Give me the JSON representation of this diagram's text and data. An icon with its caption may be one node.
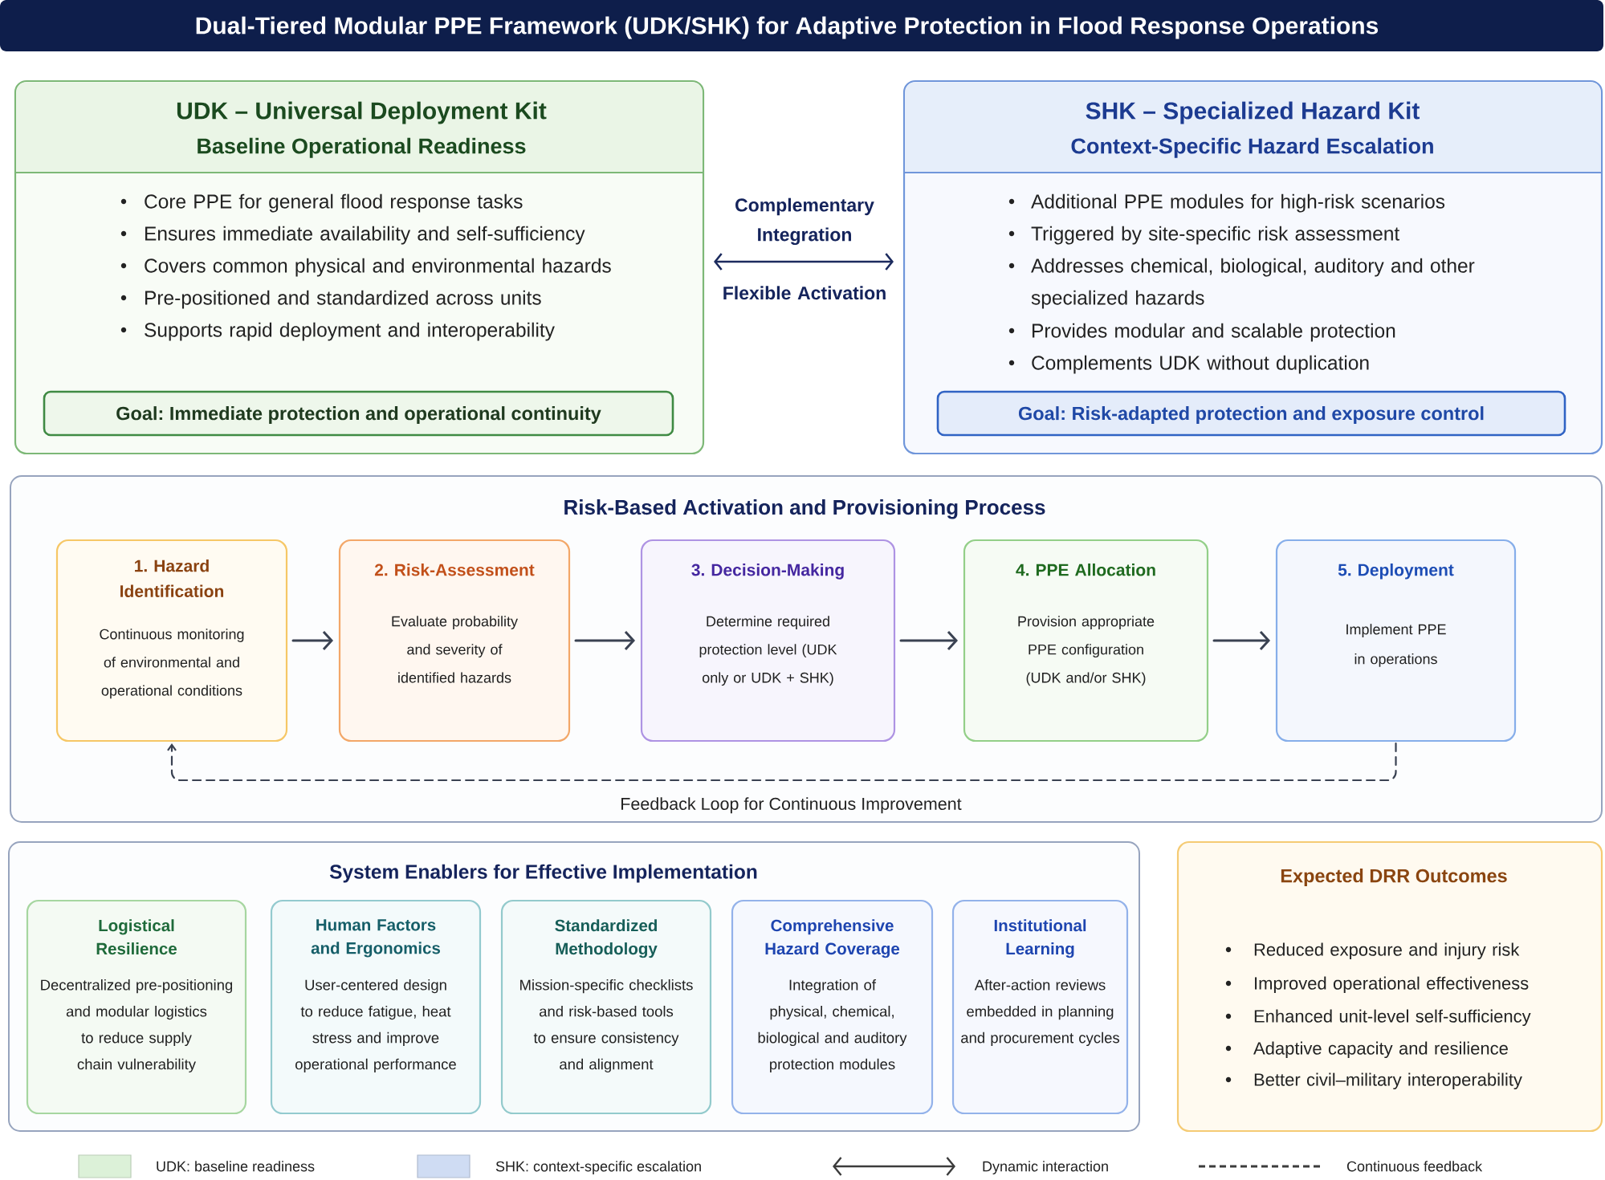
{
  "diagram": {
    "title": "Dual-Tiered Modular PPE Framework (UDK/SHK) for Adaptive Protection in Flood Response Operations",
    "nodes": [
      {
        "text": [
          "UDK – Universal Deployment Kit",
          "Baseline Operational Readiness",
          "Core PPE for general flood response tasks",
          "Ensures immediate availability and self-sufficiency",
          "Covers common physical and environmental hazards",
          "Pre-positioned and standardized across units",
          "Supports rapid deployment and interoperability"
        ]
      },
      {
        "text": [
          "Goal: Immediate protection and operational continuity"
        ],
        "in": 0
      },
      {
        "text": [
          "SHK – Specialized Hazard Kit",
          "Context-Specific Hazard Escalation",
          "Additional PPE modules for high-risk scenarios",
          "Triggered by site-specific risk assessment",
          "Addresses chemical, biological, auditory and other specialized hazards",
          "Provides modular and scalable protection",
          "Complements UDK without duplication"
        ]
      },
      {
        "text": [
          "Goal: Risk-adapted protection and exposure control"
        ],
        "in": 2
      },
      {
        "text": [
          "Risk-Based Activation and Provisioning Process"
        ]
      },
      {
        "text": [
          "1. Hazard Identification",
          "Continuous monitoring of environmental and operational conditions"
        ],
        "in": 4
      },
      {
        "text": [
          "2. Risk-Assessment",
          "Evaluate probability and severity of identified hazards"
        ],
        "in": 4
      },
      {
        "text": [
          "3. Decision-Making",
          "Determine required protection level (UDK only or UDK + SHK)"
        ],
        "in": 4
      },
      {
        "text": [
          "4. PPE Allocation",
          "Provision appropriate PPE configuration (UDK and/or SHK)"
        ],
        "in": 4
      },
      {
        "text": [
          "5. Deployment",
          "Implement PPE in operations"
        ],
        "in": 4
      },
      {
        "text": [
          "System Enablers for Effective Implementation"
        ]
      },
      {
        "text": [
          "Logistical Resilience",
          "Decentralized pre-positioning and modular logistics to reduce supply chain vulnerability"
        ],
        "in": 10
      },
      {
        "text": [
          "Human Factors and Ergonomics",
          "User-centered design to reduce fatigue, heat stress and improve operational performance"
        ],
        "in": 10
      },
      {
        "text": [
          "Standardized Methodology",
          "Mission-specific checklists and risk-based tools to ensure consistency and alignment"
        ],
        "in": 10
      },
      {
        "text": [
          "Comprehensive Hazard Coverage",
          "Integration of physical, chemical, biological and auditory protection modules"
        ],
        "in": 10
      },
      {
        "text": [
          "Institutional Learning",
          "After-action reviews embedded in planning and procurement cycles"
        ],
        "in": 10
      },
      {
        "text": [
          "Expected DRR Outcomes",
          "Reduced exposure and injury risk",
          "Improved operational effectiveness",
          "Enhanced unit-level self-sufficiency",
          "Adaptive capacity and resilience",
          "Better civil–military interoperability"
        ]
      }
    ],
    "edges": [
      {
        "from": 0,
        "to": 2,
        "arrow": "both",
        "label": "Complementary Integration",
        "color": "#1c2b5e"
      },
      {
        "from": 5,
        "to": 6,
        "arrow": "to"
      },
      {
        "from": 6,
        "to": 7,
        "arrow": "to"
      },
      {
        "from": 7,
        "to": 8,
        "arrow": "to"
      },
      {
        "from": 8,
        "to": 9,
        "arrow": "to"
      },
      {
        "from": 9,
        "to": 5,
        "arrow": "to",
        "style": "dashed",
        "label": "Feedback Loop for Continuous Improvement"
      }
    ],
    "labels": [
      "Flexible Activation"
    ],
    "legend": [
      {
        "text": "UDK: baseline readiness",
        "color": "#dcf1d8"
      },
      {
        "text": "SHK: context-specific escalation",
        "color": "#cfdcf3"
      },
      {
        "text": "Dynamic interaction"
      },
      {
        "text": "Continuous feedback"
      }
    ]
  }
}
